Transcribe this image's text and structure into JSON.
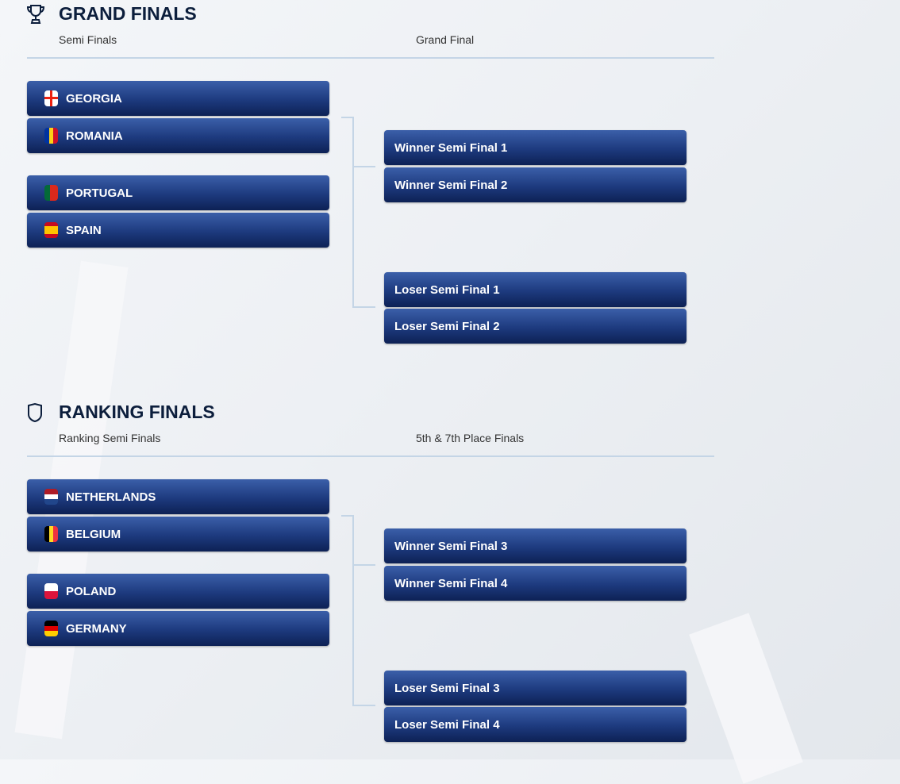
{
  "sections": [
    {
      "title": "GRAND FINALS",
      "icon": "trophy-icon",
      "col1": "Semi Finals",
      "col2": "Grand Final",
      "teams": [
        {
          "name": "GEORGIA",
          "flag": "georgia"
        },
        {
          "name": "ROMANIA",
          "flag": "romania"
        },
        {
          "name": "PORTUGAL",
          "flag": "portugal"
        },
        {
          "name": "SPAIN",
          "flag": "spain"
        }
      ],
      "finals": [
        "Winner Semi Final 1",
        "Winner Semi Final 2",
        "Loser Semi Final 1",
        "Loser Semi Final 2"
      ]
    },
    {
      "title": "RANKING FINALS",
      "icon": "shield-icon",
      "col1": "Ranking Semi Finals",
      "col2": "5th & 7th Place Finals",
      "teams": [
        {
          "name": "NETHERLANDS",
          "flag": "netherlands"
        },
        {
          "name": "BELGIUM",
          "flag": "belgium"
        },
        {
          "name": "POLAND",
          "flag": "poland"
        },
        {
          "name": "GERMANY",
          "flag": "germany"
        }
      ],
      "finals": [
        "Winner Semi Final 3",
        "Winner Semi Final 4",
        "Loser Semi Final 3",
        "Loser Semi Final 4"
      ]
    }
  ]
}
